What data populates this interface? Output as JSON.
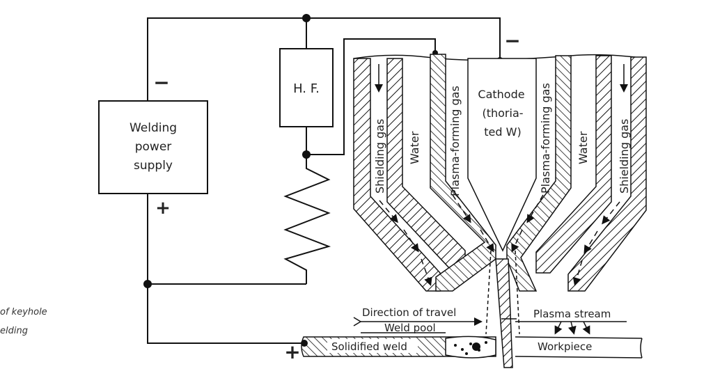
{
  "caption": {
    "line1": "of keyhole",
    "line2": "elding"
  },
  "power_supply": {
    "line1": "Welding",
    "line2": "power",
    "line3": "supply",
    "minus": "−",
    "plus": "+"
  },
  "hf": {
    "label": "H. F."
  },
  "top_minus": "−",
  "workpiece_plus": "+",
  "torch": {
    "cathode_l1": "Cathode",
    "cathode_l2": "(thoria-",
    "cathode_l3": "ted W)",
    "left_shielding": "Shielding gas",
    "left_water": "Water",
    "left_plasma": "Plasma-forming gas",
    "right_plasma": "Plasma-forming gas",
    "right_water": "Water",
    "right_shielding": "Shielding gas"
  },
  "labels": {
    "direction": "Direction of travel",
    "weld_pool": "Weld pool",
    "solidified": "Solidified weld",
    "plasma_stream": "Plasma stream",
    "workpiece": "Workpiece"
  }
}
